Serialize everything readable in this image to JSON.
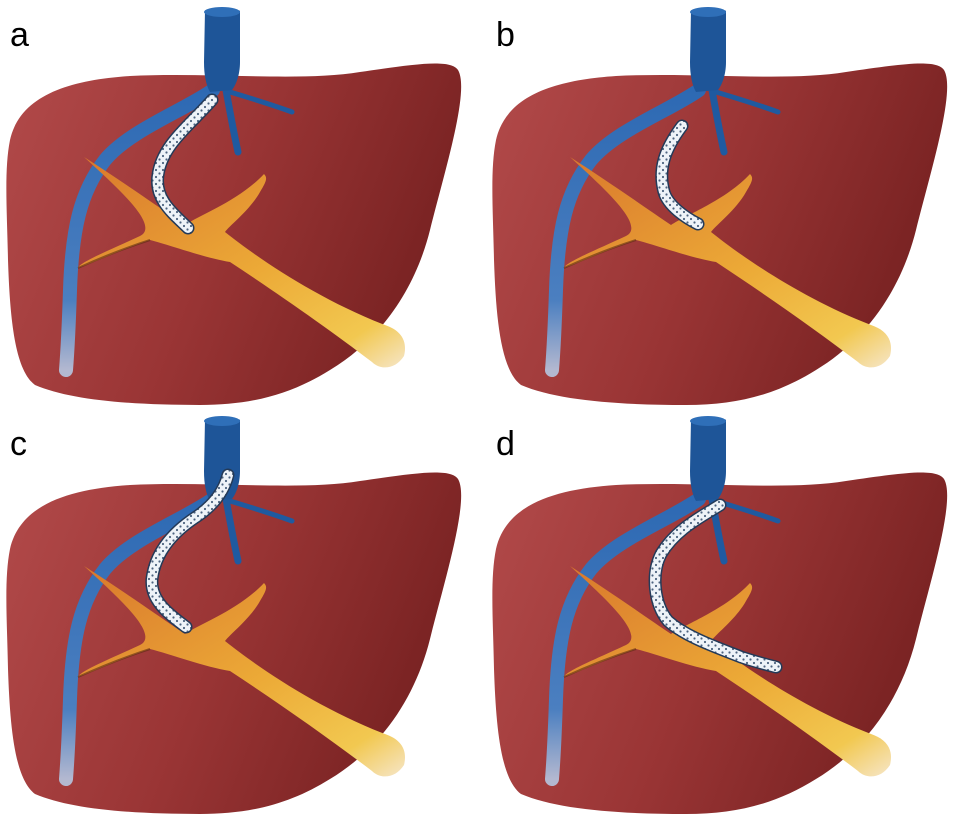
{
  "panels": [
    {
      "label": "a",
      "stent": "hepatic-vein-to-portal-bifurcation"
    },
    {
      "label": "b",
      "stent": "short-intrahepatic-segment"
    },
    {
      "label": "c",
      "stent": "ivc-to-portal-bifurcation"
    },
    {
      "label": "d",
      "stent": "ivc-to-main-portal-vein"
    }
  ],
  "colors": {
    "liver_light": "#a84343",
    "liver_dark": "#7a2222",
    "vein_blue": "#2f6fb8",
    "ivc_blue": "#1e5598",
    "portal_orange": "#e0902c",
    "portal_yellow": "#f2c44a",
    "portal_tip": "#f4e2c0",
    "stent_fill": "#eef3f8",
    "stent_dot": "#5a6f88"
  }
}
